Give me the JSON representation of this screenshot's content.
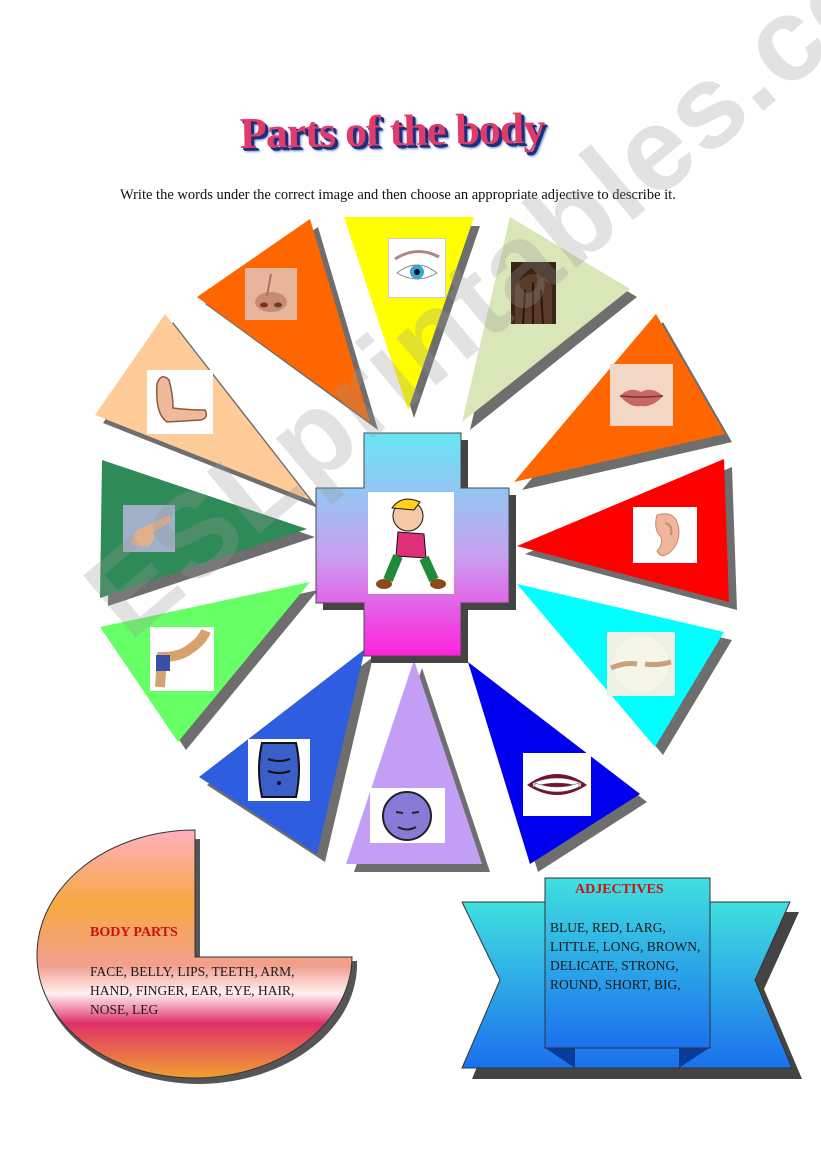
{
  "title": "Parts of the body",
  "instructions": "Write the words under the correct image and then choose an appropriate adjective to describe it.",
  "images": [
    {
      "icon": "nose-icon",
      "color": "#ff6600"
    },
    {
      "icon": "eye-icon",
      "color": "#ffff00"
    },
    {
      "icon": "hair-icon",
      "color": "#d8e6b8"
    },
    {
      "icon": "lips-icon",
      "color": "#ff6600"
    },
    {
      "icon": "ear-icon",
      "color": "#ff0000"
    },
    {
      "icon": "hands-icon",
      "color": "#00ffff"
    },
    {
      "icon": "teeth-icon",
      "color": "#0000ee"
    },
    {
      "icon": "face-icon",
      "color": "#c39ef5"
    },
    {
      "icon": "belly-icon",
      "color": "#2f5de0"
    },
    {
      "icon": "arm-icon",
      "color": "#66ff66"
    },
    {
      "icon": "finger-icon",
      "color": "#2e8b57"
    },
    {
      "icon": "foot-icon",
      "color": "#ffcc99"
    }
  ],
  "center_icon": "boy-walking-icon",
  "body_parts": {
    "heading": "BODY PARTS",
    "text": "FACE, BELLY, LIPS, TEETH, ARM, HAND, FINGER, EAR, EYE, HAIR, NOSE, LEG"
  },
  "adjectives": {
    "heading": "ADJECTIVES",
    "text": "BLUE, RED, LARG, LITTLE, LONG, BROWN, DELICATE, STRONG, ROUND, SHORT, BIG,"
  },
  "watermark": "ESLprintables.com"
}
